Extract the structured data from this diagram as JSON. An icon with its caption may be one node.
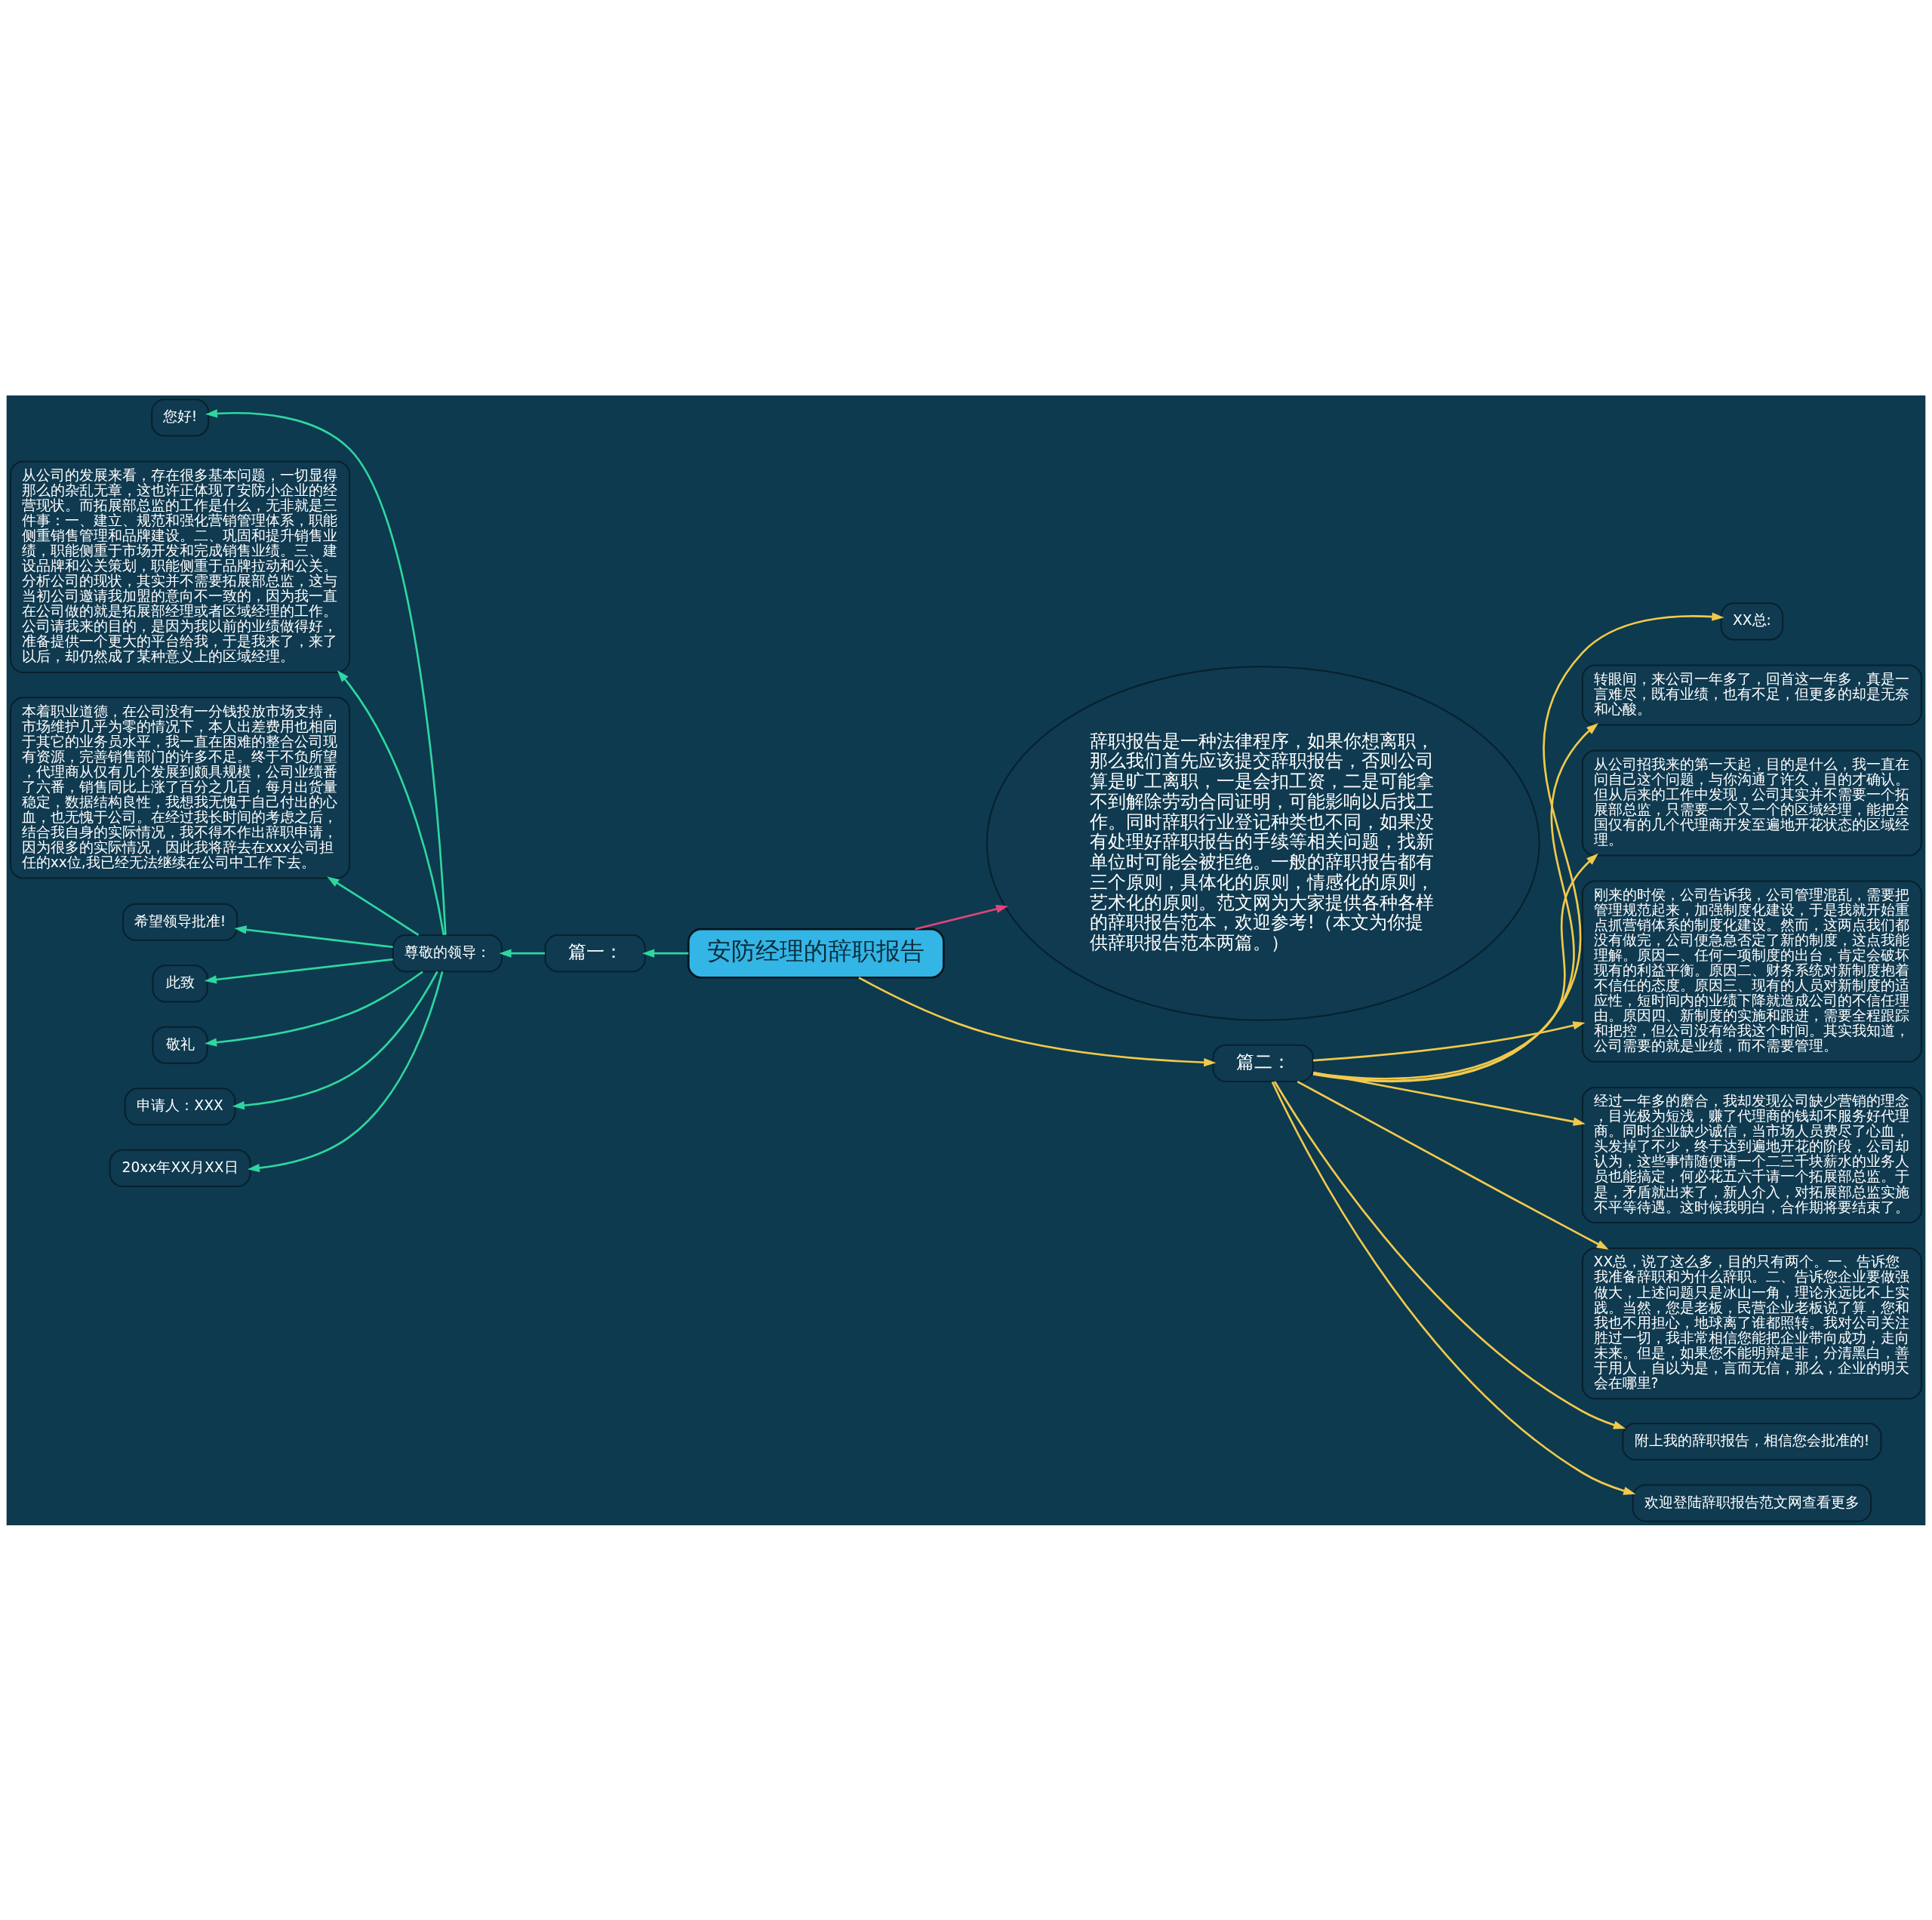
{
  "diagram": {
    "nodes": [
      {
        "text": [
          "安防经理的辞职报告"
        ]
      },
      {
        "text": [
          "辞职报告是一种法律程序，如果你想离职，那么我们首先应该提交辞职报告，否则公司算是旷工离职，一是会扣工资，二是可能拿不到解除劳动合同证明，可能影响以后找工作。同时辞职行业登记种类也不同，如果没有处理好辞职报告的手续等相关问题，找新单位时可能会被拒绝。一般的辞职报告都有三个原则，具体化的原则，情感化的原则，艺术化的原则。范文网为大家提供各种各样的辞职报告范本，欢迎参考!（本文为你提供辞职报告范本两篇。）"
        ]
      },
      {
        "text": [
          "篇一："
        ]
      },
      {
        "text": [
          "尊敬的领导："
        ]
      },
      {
        "text": [
          "您好!"
        ]
      },
      {
        "text": [
          "从公司的发展来看，存在很多基本问题，一切显得那么的杂乱无章，这也许正体现了安防小企业的经营现状。而拓展部总监的工作是什么，无非就是三件事：一、建立、规范和强化营销管理体系，职能侧重销售管理和品牌建设。二、巩固和提升销售业绩，职能侧重于市场开发和完成销售业绩。三、建设品牌和公关策划，职能侧重于品牌拉动和公关。分析公司的现状，其实并不需要拓展部总监，这与当初公司邀请我加盟的意向不一致的，因为我一直在公司做的就是拓展部经理或者区域经理的工作。公司请我来的目的，是因为我以前的业绩做得好，准备提供一个更大的平台给我，于是我来了，来了以后，却仍然成了某种意义上的区域经理。"
        ]
      },
      {
        "text": [
          "本着职业道德，在公司没有一分钱投放市场支持，市场维护几乎为零的情况下，本人出差费用也相同于其它的业务员水平，我一直在困难的整合公司现有资源，完善销售部门的许多不足。终于不负所望，代理商从仅有几个发展到颇具规模，公司业绩番了六番，销售同比上涨了百分之几百，每月出货量稳定，数据结构良性，我想我无愧于自己付出的心血，也无愧于公司。在经过我长时间的考虑之后，结合我自身的实际情况，我不得不作出辞职申请，因为很多的实际情况，因此我将辞去在xxx公司担任的xx位,我已经无法继续在公司中工作下去。"
        ]
      },
      {
        "text": [
          "希望领导批准!"
        ]
      },
      {
        "text": [
          "此致"
        ]
      },
      {
        "text": [
          "敬礼"
        ]
      },
      {
        "text": [
          "申请人：XXX"
        ]
      },
      {
        "text": [
          "20xx年XX月XX日"
        ]
      },
      {
        "text": [
          "篇二："
        ]
      },
      {
        "text": [
          "XX总:"
        ]
      },
      {
        "text": [
          "转眼间，来公司一年多了，回首这一年多，真是一言难尽，既有业绩，也有不足，但更多的却是无奈和心酸。"
        ]
      },
      {
        "text": [
          "从公司招我来的第一天起，目的是什么，我一直在问自己这个问题，与你沟通了许久，目的才确认。但从后来的工作中发现，公司其实并不需要一个拓展部总监，只需要一个又一个的区域经理，能把全国仅有的几个代理商开发至遍地开花状态的区域经理。"
        ]
      },
      {
        "text": [
          "刚来的时侯，公司告诉我，公司管理混乱，需要把管理规范起来，加强制度化建设，于是我就开始重点抓营销体系的制度化建设。然而，这两点我们都没有做完，公司便急急否定了新的制度，这点我能理解。原因一、任何一项制度的出台，肯定会破坏现有的利益平衡。原因二、财务系统对新制度抱着不信任的态度。原因三、现有的人员对新制度的适应性，短时间内的业绩下降就造成公司的不信任理由。原因四、新制度的实施和跟进，需要全程跟踪和把控，但公司没有给我这个时间。其实我知道，公司需要的就是业绩，而不需要管理。"
        ]
      },
      {
        "text": [
          "经过一年多的磨合，我却发现公司缺少营销的理念，目光极为短浅，赚了代理商的钱却不服务好代理商。同时企业缺少诚信，当市场人员费尽了心血，头发掉了不少，终于达到遍地开花的阶段，公司却认为，这些事情随便请一个二三千块薪水的业务人员也能搞定，何必花五六千请一个拓展部总监。于是，矛盾就出来了，新人介入，对拓展部总监实施不平等待遇。这时候我明白，合作期将要结束了。"
        ]
      },
      {
        "text": [
          "XX总，说了这么多，目的只有两个。一、告诉您我准备辞职和为什么辞职。二、告诉您企业要做强做大，上述问题只是冰山一角，理论永远比不上实践。当然，您是老板，民营企业老板说了算，您和我也不用担心，地球离了谁都照转。我对公司关注胜过一切，我非常相信您能把企业带向成功，走向未来。但是，如果您不能明辩是非，分清黑白，善于用人，自以为是，言而无信，那么，企业的明天会在哪里?"
        ]
      },
      {
        "text": [
          "附上我的辞职报告，相信您会批准的!"
        ]
      },
      {
        "text": [
          "欢迎登陆辞职报告范文网查看更多"
        ]
      }
    ],
    "edges": [
      {
        "from": 0,
        "to": 1,
        "arrow": "to",
        "color": "#e0457b"
      },
      {
        "from": 0,
        "to": 2,
        "arrow": "to",
        "color": "#2fd6a0"
      },
      {
        "from": 2,
        "to": 3,
        "arrow": "to",
        "color": "#2fd6a0"
      },
      {
        "from": 3,
        "to": 4,
        "arrow": "to",
        "color": "#2fd6a0"
      },
      {
        "from": 3,
        "to": 5,
        "arrow": "to",
        "color": "#2fd6a0"
      },
      {
        "from": 3,
        "to": 6,
        "arrow": "to",
        "color": "#2fd6a0"
      },
      {
        "from": 3,
        "to": 7,
        "arrow": "to",
        "color": "#2fd6a0"
      },
      {
        "from": 3,
        "to": 8,
        "arrow": "to",
        "color": "#2fd6a0"
      },
      {
        "from": 3,
        "to": 9,
        "arrow": "to",
        "color": "#2fd6a0"
      },
      {
        "from": 3,
        "to": 10,
        "arrow": "to",
        "color": "#2fd6a0"
      },
      {
        "from": 3,
        "to": 11,
        "arrow": "to",
        "color": "#2fd6a0"
      },
      {
        "from": 0,
        "to": 12,
        "arrow": "to",
        "color": "#f2c94c"
      },
      {
        "from": 12,
        "to": 13,
        "arrow": "to",
        "color": "#f2c94c"
      },
      {
        "from": 12,
        "to": 14,
        "arrow": "to",
        "color": "#f2c94c"
      },
      {
        "from": 12,
        "to": 15,
        "arrow": "to",
        "color": "#f2c94c"
      },
      {
        "from": 12,
        "to": 16,
        "arrow": "to",
        "color": "#f2c94c"
      },
      {
        "from": 12,
        "to": 17,
        "arrow": "to",
        "color": "#f2c94c"
      },
      {
        "from": 12,
        "to": 18,
        "arrow": "to",
        "color": "#f2c94c"
      },
      {
        "from": 12,
        "to": 19,
        "arrow": "to",
        "color": "#f2c94c"
      },
      {
        "from": 12,
        "to": 20,
        "arrow": "to",
        "color": "#f2c94c"
      }
    ]
  }
}
